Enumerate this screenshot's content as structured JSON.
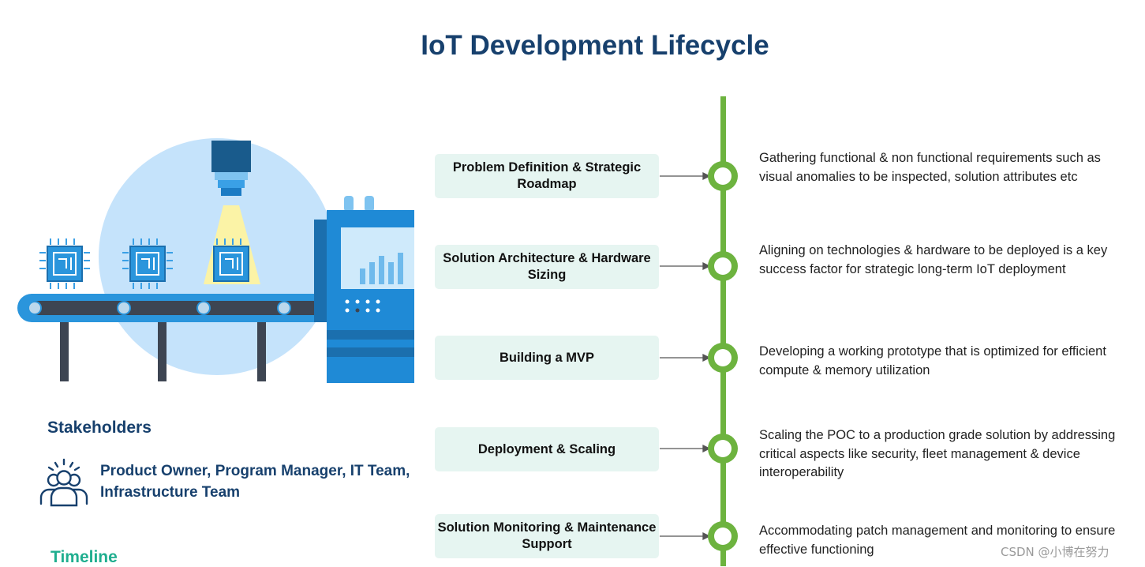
{
  "title": "IoT Development Lifecycle",
  "stakeholders": {
    "heading": "Stakeholders",
    "text": "Product Owner, Program Manager, IT Team, Infrastructure Team"
  },
  "timeline": {
    "heading": "Timeline"
  },
  "stages": [
    {
      "label": "Problem Definition & Strategic Roadmap",
      "description": "Gathering functional & non functional requirements such as visual anomalies to be inspected, solution attributes etc"
    },
    {
      "label": "Solution Architecture & Hardware Sizing",
      "description": "Aligning on technologies & hardware to be deployed is a key success factor for strategic long-term IoT deployment"
    },
    {
      "label": "Building a MVP",
      "description": "Developing a working prototype that is optimized for efficient compute & memory utilization"
    },
    {
      "label": "Deployment & Scaling",
      "description": "Scaling the POC to a production grade solution by addressing critical aspects like security, fleet management & device interoperability"
    },
    {
      "label": "Solution Monitoring & Maintenance Support",
      "description": "Accommodating patch management and monitoring to ensure effective functioning"
    }
  ],
  "watermark": "CSDN @小博在努力",
  "colors": {
    "title": "#17406d",
    "timeline_line": "#6db33f",
    "timeline_heading": "#1fae8f",
    "stage_box": "#e6f5f1",
    "machine_blue": "#1f8ad6"
  },
  "icons": {
    "illustration": "factory-conveyor-illustration",
    "stakeholders": "people-group-icon"
  }
}
